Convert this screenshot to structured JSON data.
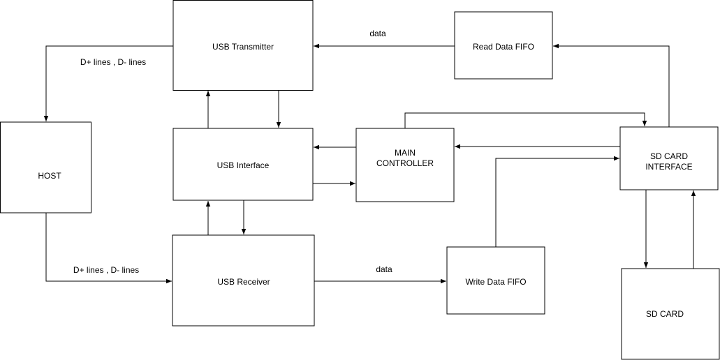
{
  "nodes": {
    "usb_transmitter": "USB Transmitter",
    "read_data_fifo": "Read Data FIFO",
    "host": "HOST",
    "usb_interface": "USB Interface",
    "main_controller": [
      "MAIN",
      "CONTROLLER"
    ],
    "sd_card_interface": [
      "SD CARD",
      "INTERFACE"
    ],
    "usb_receiver": "USB Receiver",
    "write_data_fifo": "Write Data FIFO",
    "sd_card": "SD CARD"
  },
  "edge_labels": {
    "read_data": "data",
    "host_out": "D+ lines , D- lines",
    "host_in": "D+ lines , D- lines",
    "write_data": "data"
  },
  "colors": {
    "stroke": "#000000",
    "fill": "#ffffff",
    "text": "#000000"
  }
}
